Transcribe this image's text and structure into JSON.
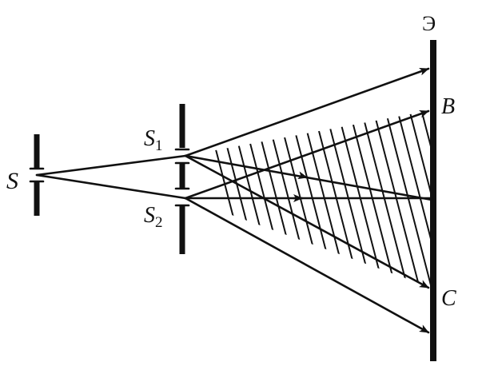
{
  "diagram": {
    "labels": {
      "source": "S",
      "slit1_main": "S",
      "slit1_sub": "1",
      "slit2_main": "S",
      "slit2_sub": "2",
      "screen": "Э",
      "point_b": "B",
      "point_c": "C"
    },
    "colors": {
      "ink": "#111111",
      "background": "#ffffff"
    }
  }
}
